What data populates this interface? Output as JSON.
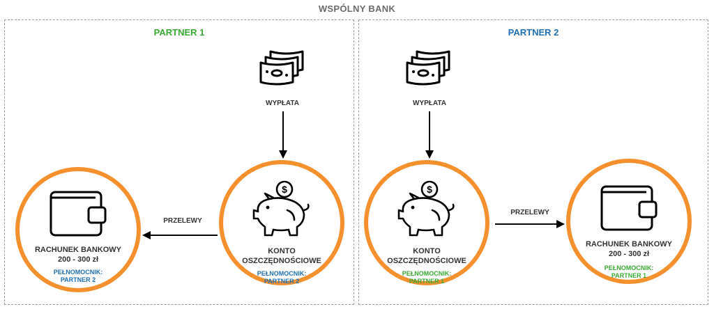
{
  "title": "WSPÓLNY BANK",
  "partner1": {
    "title": "PARTNER 1",
    "withdrawal_label": "WYPŁATA",
    "transfers_label": "PRZELEWY",
    "bank_account": {
      "name": "RACHUNEK BANKOWY",
      "amount": "200 - 300 zł",
      "proxy_line1": "PEŁNOMOCNIK:",
      "proxy_line2": "PARTNER 2"
    },
    "savings": {
      "name_line1": "KONTO",
      "name_line2": "OSZCZĘDNOŚCIOWE",
      "proxy_line1": "PEŁNOMOCNIK:",
      "proxy_line2": "PARTNER 2"
    }
  },
  "partner2": {
    "title": "PARTNER 2",
    "withdrawal_label": "WYPŁATA",
    "transfers_label": "PRZELEWY",
    "savings": {
      "name_line1": "KONTO",
      "name_line2": "OSZCZĘDNOŚCIOWE",
      "proxy_line1": "PEŁNOMOCNIK:",
      "proxy_line2": "PARTNER 1"
    },
    "bank_account": {
      "name": "RACHUNEK BANKOWY",
      "amount": "200 - 300 zł",
      "proxy_line1": "PEŁNOMOCNIK:",
      "proxy_line2": "PARTNER 1"
    }
  },
  "colors": {
    "partner1": "#3aa935",
    "partner2": "#1f6fb2",
    "circle_border": "#f5902e"
  },
  "icons": [
    "money-icon",
    "piggy-bank-icon",
    "wallet-icon",
    "arrow-icon"
  ]
}
